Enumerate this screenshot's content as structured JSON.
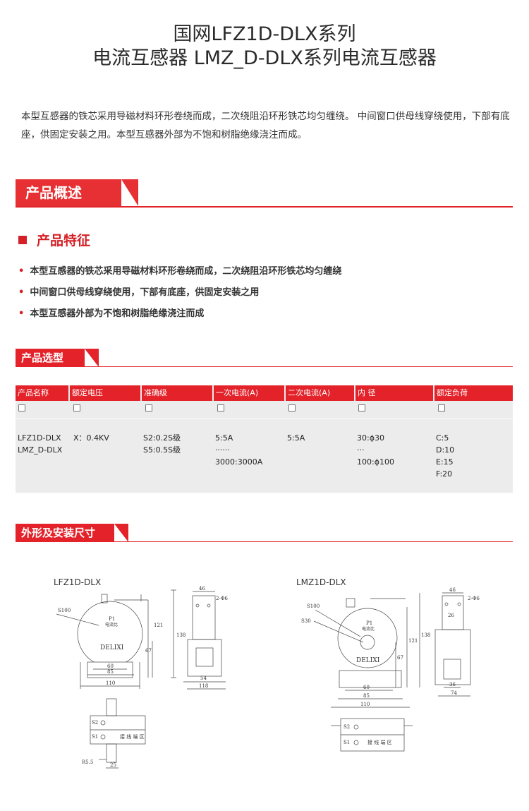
{
  "title": {
    "line1": "国网LFZ1D-DLX系列",
    "line2": "电流互感器 LMZ_D-DLX系列电流互感器"
  },
  "intro": "本型互感器的铁芯采用导磁材料环形卷绕而成，二次绕阻沿环形铁芯均匀缠绕。 中间窗口供母线穿绕使用，下部有底座，供固定安装之用。本型互感器外部为不饱和树脂绝缘浇注而成。",
  "overview": {
    "heading": "产品概述",
    "features_heading": "产品特征",
    "features": [
      "本型互感器的铁芯采用导磁材料环形卷绕而成，二次绕阻沿环形铁芯均匀缠绕",
      "中间窗口供母线穿绕使用，下部有底座，供固定安装之用",
      "本型互感器外部为不饱和树脂绝缘浇注而成"
    ]
  },
  "selection": {
    "heading": "产品选型",
    "columns": [
      "产品名称",
      "额定电压",
      "准确级",
      "一次电流(A)",
      "二次电流(A)",
      "内  径",
      "额定负荷"
    ],
    "values": [
      "LFZ1D-DLX\nLMZ_D-DLX",
      "X：0.4KV",
      "S2:0.2S级\nS5:0.5S级",
      "5:5A\n······\n3000:3000A",
      "5:5A",
      "30:ϕ30\n···\n100:ϕ100",
      "C:5\nD:10\nE:15\nF:20"
    ]
  },
  "dimensions": {
    "heading": "外形及安装尺寸",
    "left_label": "LFZ1D-DLX",
    "right_label": "LMZ1D-DLX",
    "left": {
      "s100": "S100",
      "p1": "P1",
      "small": "电流比",
      "brand": "DELIXI",
      "d60": "60",
      "d85": "85",
      "d110": "110",
      "d121": "121",
      "d138": "138",
      "d67": "67",
      "d46": "46",
      "hole": "2-Φ6",
      "d54": "54",
      "d118": "118",
      "s2": "S2",
      "s1": "S1",
      "plate": "接 线 端 区",
      "r55": "R5.5",
      "d25": "25"
    },
    "right": {
      "s100": "S100",
      "s30": "S30",
      "p1": "P1",
      "small": "电流比",
      "brand": "DELIXI",
      "d60": "60",
      "d85": "85",
      "d110": "110",
      "d121": "121",
      "d138": "138",
      "d67": "67",
      "d46": "46",
      "hole": "2-Φ6",
      "d26": "26",
      "d36": "36",
      "d74": "74",
      "s2": "S2",
      "s1": "S1",
      "plate": "接 线 端 区"
    }
  },
  "colors": {
    "accent": "#e3222a",
    "table_bg": "#ececec"
  }
}
